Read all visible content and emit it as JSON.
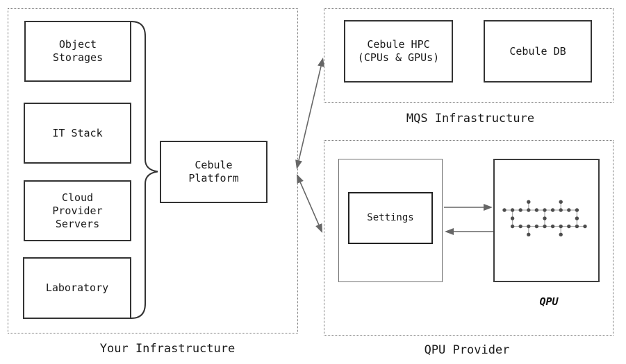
{
  "your_infrastructure": {
    "label": "Your Infrastructure",
    "object_storages": "Object\nStorages",
    "it_stack": "IT Stack",
    "cloud_provider_servers": "Cloud\nProvider\nServers",
    "laboratory": "Laboratory",
    "cebule_platform": "Cebule\nPlatform"
  },
  "mqs_infrastructure": {
    "label": "MQS Infrastructure",
    "cebule_hpc": "Cebule HPC\n(CPUs & GPUs)",
    "cebule_db": "Cebule DB"
  },
  "qpu_provider": {
    "label": "QPU Provider",
    "settings": "Settings",
    "qpu": "QPU"
  },
  "colors": {
    "box_border": "#333333",
    "container_border": "#757575",
    "arrow": "#666666",
    "lattice_dot": "#4d4d4d",
    "lattice_edge": "#b0b0b0",
    "text": "#1a1a1a"
  }
}
